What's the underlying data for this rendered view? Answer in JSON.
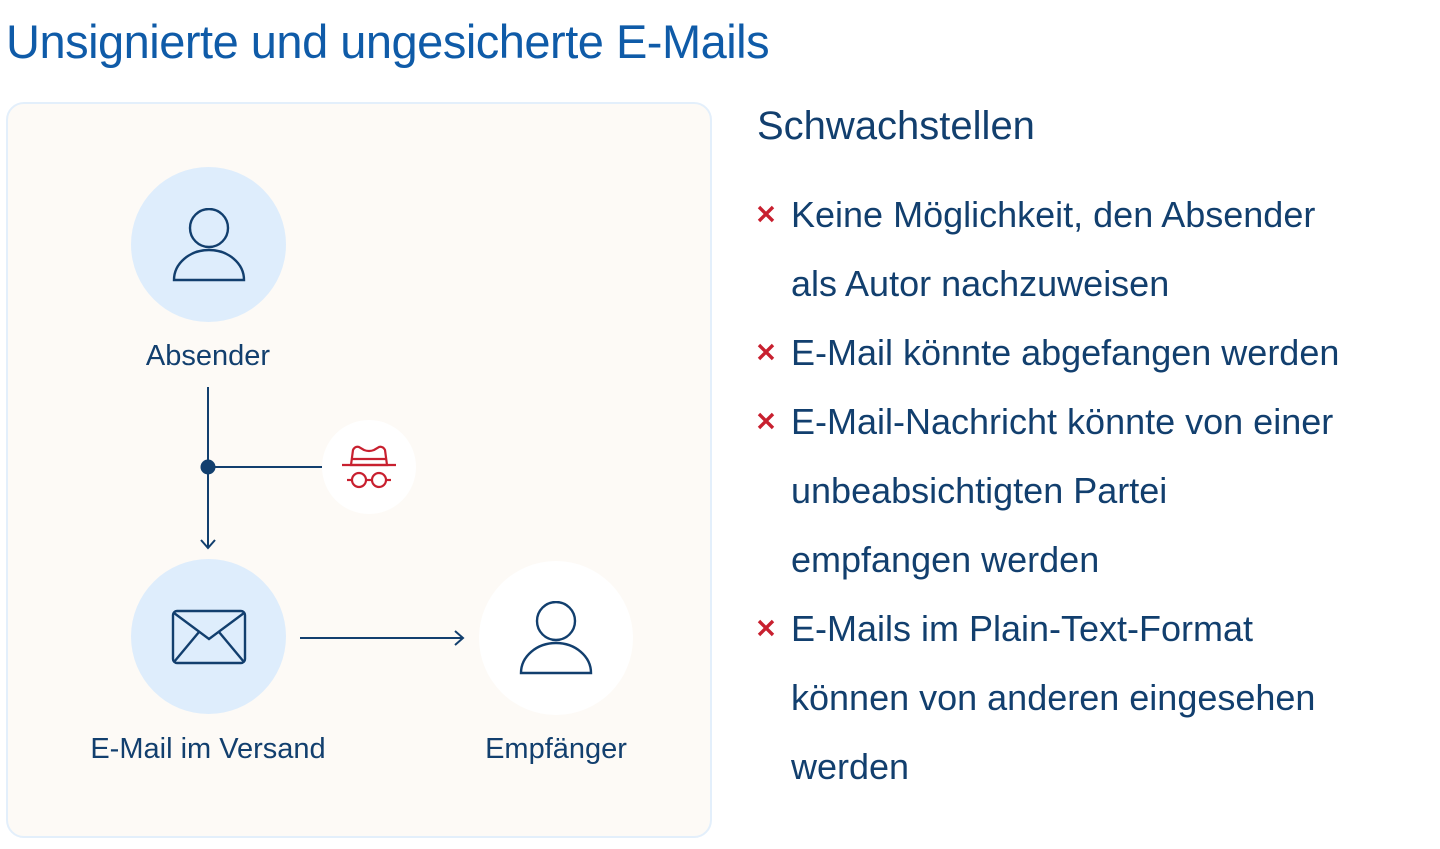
{
  "title": "Unsignierte und ungesicherte E-Mails",
  "diagram": {
    "nodes": {
      "sender": {
        "label": "Absender",
        "icon": "user-icon"
      },
      "email": {
        "label": "E-Mail im Versand",
        "icon": "envelope-icon"
      },
      "recipient": {
        "label": "Empfänger",
        "icon": "user-icon"
      },
      "interceptor": {
        "icon": "spy-icon"
      }
    },
    "colors": {
      "line": "#123f6e",
      "accent_red": "#c8202f",
      "circle_blue": "#deedfc",
      "panel_bg": "#fdfaf6"
    }
  },
  "weaknesses": {
    "heading": "Schwachstellen",
    "items": [
      {
        "lines": [
          "Keine Möglichkeit, den Absender",
          "als Autor nachzuweisen"
        ]
      },
      {
        "lines": [
          "E-Mail könnte abgefangen werden"
        ]
      },
      {
        "lines": [
          "E-Mail-Nachricht könnte von einer",
          "unbeabsichtigten Partei",
          "empfangen werden"
        ]
      },
      {
        "lines": [
          "E-Mails im Plain-Text-Format",
          "können von anderen eingesehen",
          "werden"
        ]
      }
    ]
  }
}
